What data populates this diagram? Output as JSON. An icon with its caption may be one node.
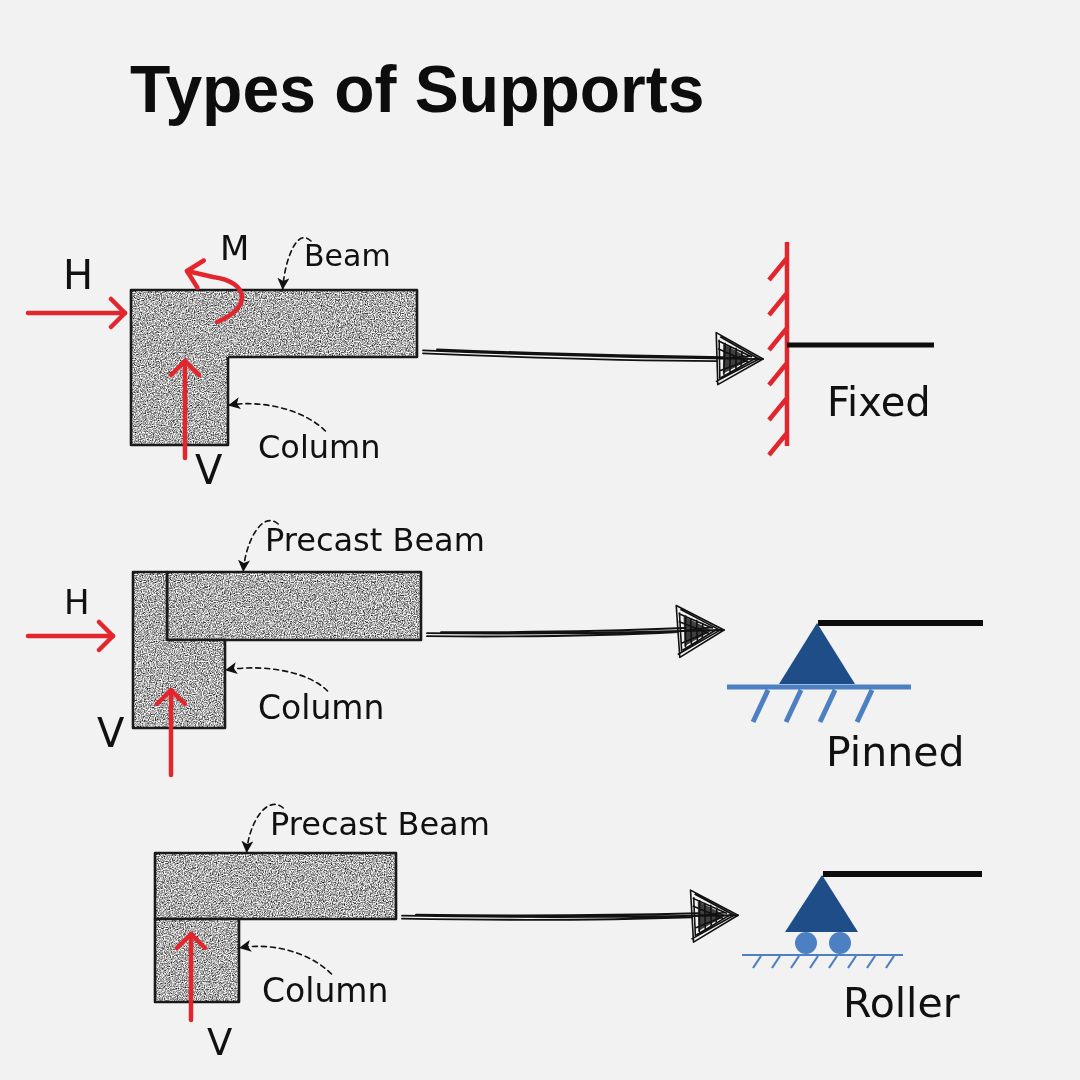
{
  "diagram": {
    "title": "Types of Supports",
    "nodes": [
      {
        "text": [
          "Beam"
        ]
      },
      {
        "text": [],
        "shape": "box"
      },
      {
        "text": [],
        "shape": "box"
      },
      {
        "text": [
          "Column"
        ]
      },
      {
        "text": [
          "Fixed"
        ]
      },
      {
        "text": [
          "Precast Beam"
        ]
      },
      {
        "text": [],
        "shape": "box"
      },
      {
        "text": [],
        "shape": "box"
      },
      {
        "text": [
          "Column"
        ]
      },
      {
        "text": [
          "Pinned"
        ]
      },
      {
        "text": [
          "Precast Beam"
        ]
      },
      {
        "text": [],
        "shape": "box"
      },
      {
        "text": [],
        "shape": "box"
      },
      {
        "text": [
          "Column"
        ]
      },
      {
        "text": [
          "Roller"
        ]
      }
    ],
    "edges": [
      {
        "from": 0,
        "to": 1,
        "arrow": "to",
        "style": "dashed"
      },
      {
        "from": 3,
        "to": 2,
        "arrow": "to",
        "style": "dashed"
      },
      {
        "from": 1,
        "to": 4,
        "arrow": "to"
      },
      {
        "from": 5,
        "to": 6,
        "arrow": "to",
        "style": "dashed"
      },
      {
        "from": 8,
        "to": 7,
        "arrow": "to",
        "style": "dashed"
      },
      {
        "from": 6,
        "to": 9,
        "arrow": "to"
      },
      {
        "from": 10,
        "to": 11,
        "arrow": "to",
        "style": "dashed"
      },
      {
        "from": 13,
        "to": 12,
        "arrow": "to",
        "style": "dashed"
      },
      {
        "from": 11,
        "to": 14,
        "arrow": "to"
      }
    ],
    "labels": [
      "M",
      "H",
      "V",
      "H",
      "V",
      "V"
    ]
  }
}
